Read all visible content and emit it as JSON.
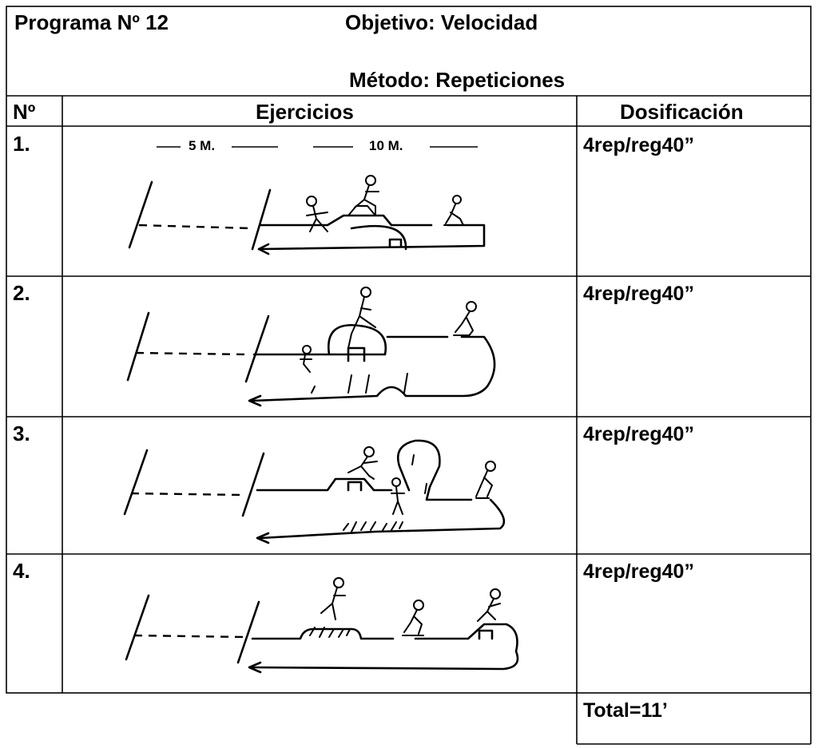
{
  "header": {
    "program": "Programa Nº 12",
    "objective": "Objetivo: Velocidad",
    "method": "Método: Repeticiones"
  },
  "columns": {
    "number": "Nº",
    "exercises": "Ejercicios",
    "dosage": "Dosificación"
  },
  "distance_labels": {
    "first": "5 M.",
    "second": "10 M."
  },
  "rows": [
    {
      "number": "1.",
      "dosage": "4rep/reg40”"
    },
    {
      "number": "2.",
      "dosage": "4rep/reg40”"
    },
    {
      "number": "3.",
      "dosage": "4rep/reg40”"
    },
    {
      "number": "4.",
      "dosage": "4rep/reg40”"
    }
  ],
  "total": "Total=11’"
}
